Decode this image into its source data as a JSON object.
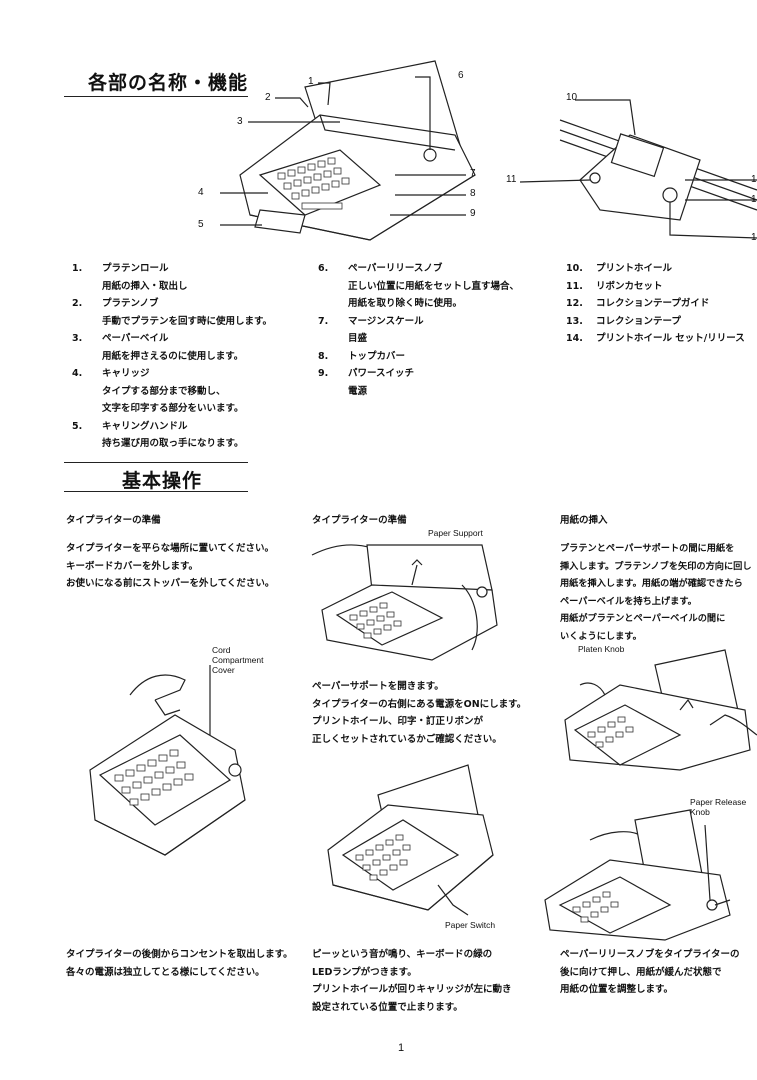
{
  "section1": {
    "title": "各部の名称・機能",
    "parts_col1": [
      {
        "num": "1.",
        "name": "プラテンロール",
        "desc": [
          "用紙の挿入・取出し"
        ]
      },
      {
        "num": "2.",
        "name": "プラテンノブ",
        "desc": [
          "手動でプラテンを回す時に使用します。"
        ]
      },
      {
        "num": "3.",
        "name": "ペーパーベイル",
        "desc": [
          "用紙を押さえるのに使用します。"
        ]
      },
      {
        "num": "4.",
        "name": "キャリッジ",
        "desc": [
          "タイプする部分まで移動し、",
          "文字を印字する部分をいいます。"
        ]
      },
      {
        "num": "5.",
        "name": "キャリングハンドル",
        "desc": [
          "持ち運び用の取っ手になります。"
        ]
      }
    ],
    "parts_col2": [
      {
        "num": "6.",
        "name": "ペーパーリリースノブ",
        "desc": [
          "正しい位置に用紙をセットし直す場合、",
          "用紙を取り除く時に使用。"
        ]
      },
      {
        "num": "7.",
        "name": "マージンスケール",
        "desc": [
          "目盛"
        ]
      },
      {
        "num": "8.",
        "name": "トップカバー",
        "desc": []
      },
      {
        "num": "9.",
        "name": "パワースイッチ",
        "desc": [
          "電源"
        ]
      }
    ],
    "parts_col3": [
      {
        "num": "10.",
        "name": "プリントホイール"
      },
      {
        "num": "11.",
        "name": "リボンカセット"
      },
      {
        "num": "12.",
        "name": "コレクションテープガイド"
      },
      {
        "num": "13.",
        "name": "コレクションテープ"
      },
      {
        "num": "14.",
        "name": "プリントホイール セット/リリース"
      }
    ],
    "callouts": {
      "c1": "1",
      "c2": "2",
      "c3": "3",
      "c4": "4",
      "c5": "5",
      "c6": "6",
      "c7": "7",
      "c8": "8",
      "c9": "9",
      "c10": "10",
      "c11": "11",
      "c12": "1",
      "c13": "1",
      "c14": "1"
    }
  },
  "section2": {
    "title": "基本操作",
    "col1": {
      "heading": "タイプライターの準備",
      "lines": [
        "タイプライターを平らな場所に置いてください。",
        "キーボードカバーを外します。",
        "お使いになる前にストッパーを外してください。"
      ],
      "figure_label": [
        "Cord",
        "Compartment",
        "Cover"
      ],
      "bottom_lines": [
        "タイプライターの後側からコンセントを取出します。",
        "各々の電源は独立してとる様にしてください。"
      ]
    },
    "col2": {
      "heading": "タイプライターの準備",
      "figure_label": "Paper Support",
      "lines": [
        "ペーパーサポートを開きます。",
        "タイプライターの右側にある電源をONにします。",
        "プリントホイール、印字・訂正リボンが",
        "正しくセットされているかご確認ください。"
      ],
      "figure2_label": "Paper Switch",
      "bottom_lines": [
        "ピーッという音が鳴り、キーボードの緑の",
        "LEDランプがつきます。",
        "プリントホイールが回りキャリッジが左に動き",
        "設定されている位置で止まります。"
      ]
    },
    "col3": {
      "heading": "用紙の挿入",
      "lines": [
        "プラテンとペーパーサポートの間に用紙を",
        "挿入します。プラテンノブを矢印の方向に回し",
        "用紙を挿入します。用紙の端が確認できたら",
        "ペーパーベイルを持ち上げます。",
        "用紙がプラテンとペーパーベイルの間に",
        "いくようにします。"
      ],
      "figure_label": "Platen Knob",
      "figure2_label": [
        "Paper Release",
        "Knob"
      ],
      "bottom_lines": [
        "ペーパーリリースノブをタイプライターの",
        "後に向けて押し、用紙が緩んだ状態で",
        "用紙の位置を調整します。"
      ]
    }
  },
  "page_number": "1"
}
